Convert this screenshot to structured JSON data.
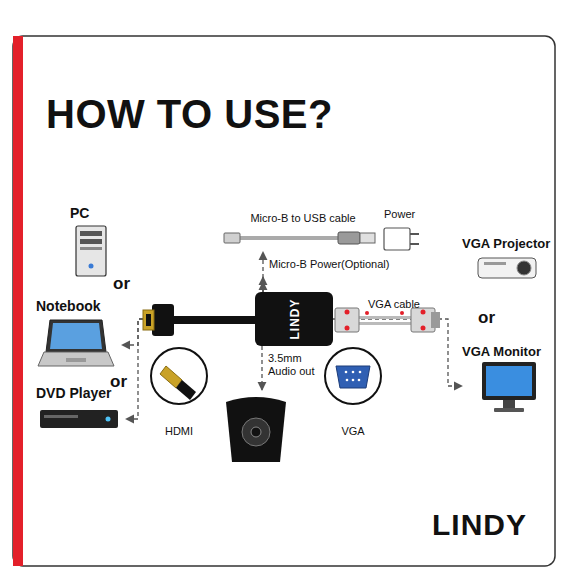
{
  "diagram": {
    "title": "HOW TO USE?",
    "nodes": [
      {
        "text": [
          "PC"
        ]
      },
      {
        "text": [
          "Notebook"
        ]
      },
      {
        "text": [
          "DVD Player"
        ]
      },
      {
        "text": [
          "Micro-B to USB cable"
        ]
      },
      {
        "text": [
          "Power"
        ]
      },
      {
        "text": [
          "LINDY"
        ]
      },
      {
        "text": [
          "HDMI"
        ]
      },
      {
        "text": [
          "VGA"
        ]
      },
      {
        "text": [
          "VGA Projector"
        ]
      },
      {
        "text": [
          "VGA Monitor"
        ]
      }
    ],
    "edges": [
      {
        "from": 5,
        "to": 0,
        "arrow": "to"
      },
      {
        "from": 5,
        "to": 1,
        "arrow": "to"
      },
      {
        "from": 5,
        "to": 2,
        "arrow": "to"
      },
      {
        "from": 5,
        "to": 3,
        "label": "Micro-B Power(Optional)",
        "arrow": "to"
      },
      {
        "from": 5,
        "to": 8,
        "arrow": "to"
      },
      {
        "from": 5,
        "to": 9,
        "arrow": "to"
      }
    ],
    "labels": [
      "or",
      "or",
      "or",
      "3.5mm Audio out",
      "VGA cable",
      "LINDY"
    ]
  }
}
